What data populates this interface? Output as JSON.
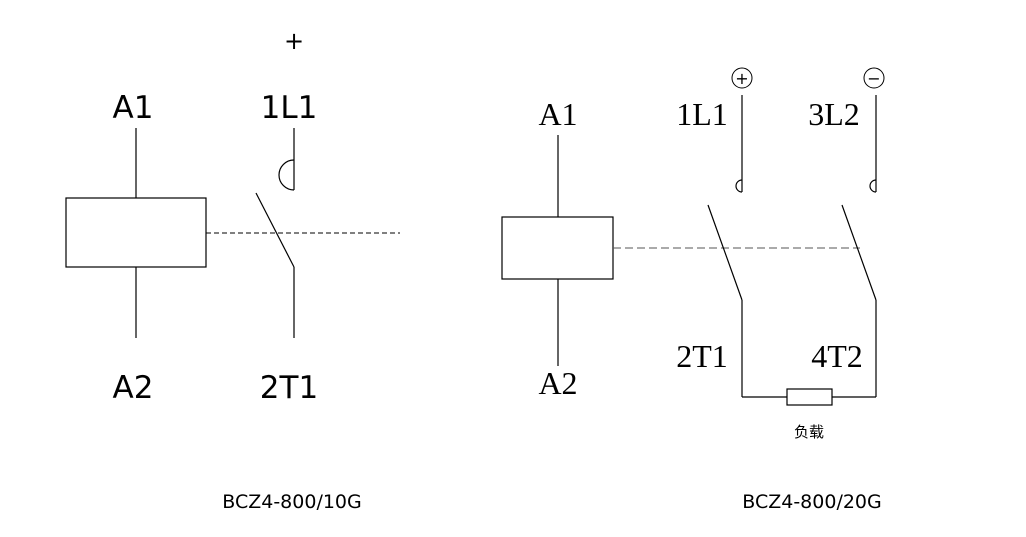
{
  "left_diagram": {
    "plus_sign": "+",
    "coil_top_label": "A1",
    "coil_bottom_label": "A2",
    "contact_top_label": "1L1",
    "contact_bottom_label": "2T1",
    "caption": "BCZ4-800/10G"
  },
  "right_diagram": {
    "plus_symbol": "+",
    "minus_symbol": "−",
    "coil_top_label": "A1",
    "coil_bottom_label": "A2",
    "contact1_top_label": "1L1",
    "contact2_top_label": "3L2",
    "contact1_bottom_label": "2T1",
    "contact2_bottom_label": "4T2",
    "load_label": "负载",
    "caption": "BCZ4-800/20G"
  },
  "colors": {
    "stroke": "#000000",
    "dash": "#555555",
    "background": "#ffffff"
  }
}
